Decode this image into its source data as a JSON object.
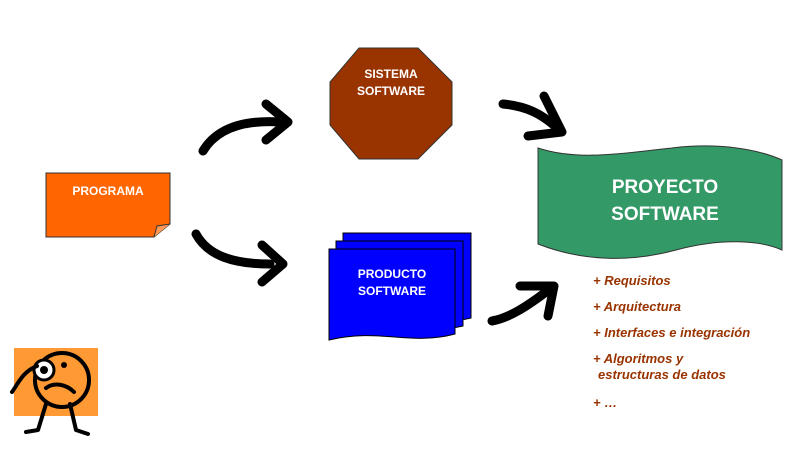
{
  "nodes": {
    "programa": "PROGRAMA",
    "sistema": [
      "SISTEMA",
      "SOFTWARE"
    ],
    "producto": [
      "PRODUCTO",
      "SOFTWARE"
    ],
    "proyecto": [
      "PROYECTO",
      "SOFTWARE"
    ]
  },
  "features": [
    "+ Requisitos",
    "+ Arquitectura",
    "+ Interfaces e integración",
    "+ Algoritmos y",
    "estructuras de datos",
    "+ …"
  ],
  "colors": {
    "programa": "#ff6600",
    "sistema": "#993300",
    "producto": "#0000ff",
    "proyecto": "#339966",
    "feature_text": "#993300",
    "mascot": "#ff9933"
  }
}
